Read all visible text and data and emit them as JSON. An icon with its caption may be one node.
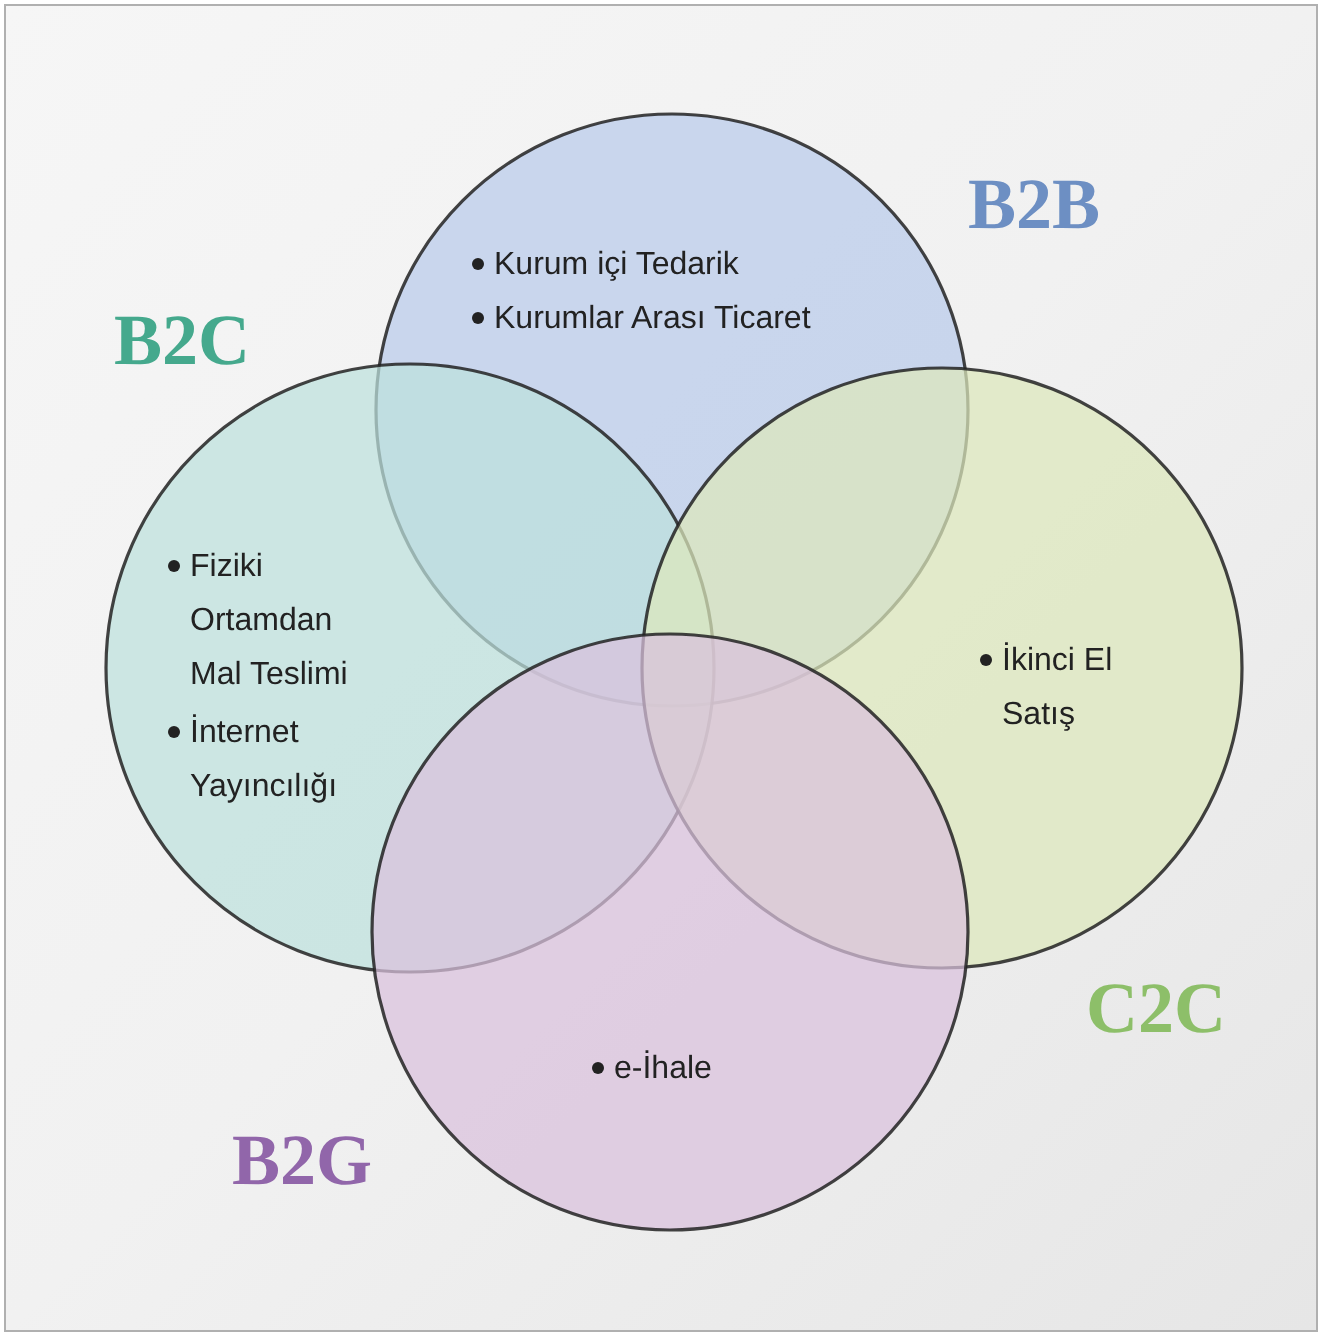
{
  "diagram": {
    "nodes": [
      {
        "text": [
          "Kurum içi Tedarik",
          "Kurumlar Arası Ticaret"
        ],
        "beside": [
          "B2B"
        ]
      },
      {
        "text": [
          "Fiziki Ortamdan Mal Teslimi",
          "İnternet Yayıncılığı"
        ],
        "beside": [
          "B2C"
        ]
      },
      {
        "text": [
          "İkinci El Satış"
        ],
        "beside": [
          "C2C"
        ]
      },
      {
        "text": [
          "e-İhale"
        ],
        "beside": [
          "B2G"
        ]
      }
    ]
  }
}
